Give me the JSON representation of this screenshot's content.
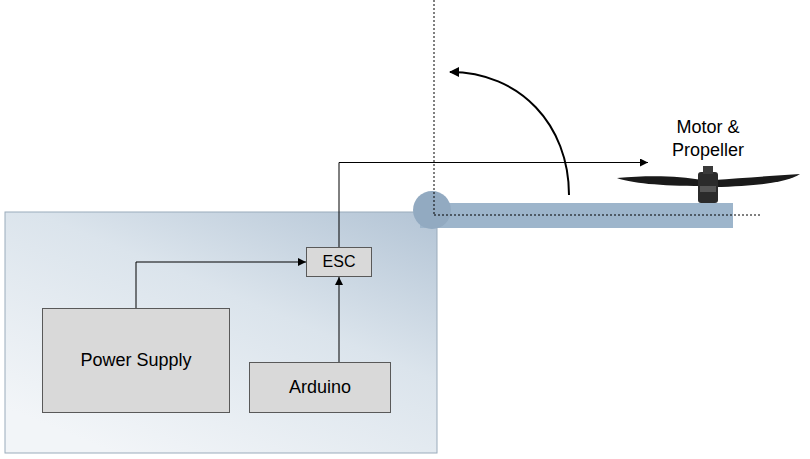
{
  "diagram": {
    "nodes": [
      {
        "text": [
          "Motor & Propeller"
        ]
      },
      {
        "text": [
          "ESC"
        ]
      },
      {
        "text": [
          "Power Supply"
        ]
      },
      {
        "text": [
          "Arduino"
        ]
      }
    ],
    "edges": [
      {
        "from": 2,
        "to": 1,
        "arrow": "to"
      },
      {
        "from": 3,
        "to": 1,
        "arrow": "to"
      },
      {
        "from": 1,
        "to": 0,
        "arrow": "to"
      }
    ]
  }
}
